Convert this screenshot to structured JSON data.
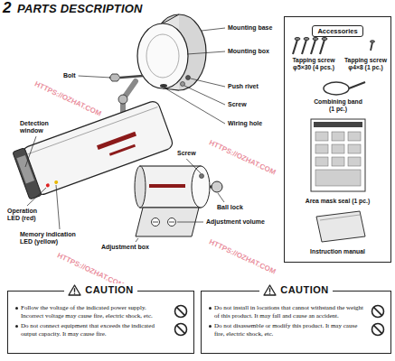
{
  "diagram": {
    "title": "PARTS DESCRIPTION",
    "nodes": [
      {
        "text": [
          "Accessories",
          "Tapping screw φ5×30 (4 pcs.)",
          "Tapping screw φ4×8 (1 pc.)",
          "Combining band (1 pc.)",
          "Area mask seal (1 pc.)",
          "Instruction manual"
        ]
      },
      {
        "text": [
          "CAUTION",
          "Follow the voltage of the indicated power supply. Incorrect voltage may cause fire, electric shock, etc.",
          "Do not connect equipment that exceeds the indicated output capacity. It may cause fire."
        ]
      },
      {
        "text": [
          "CAUTION",
          "Do not install in locations that cannot withstand the weight of this product. It may fall and cause an accident.",
          "Do not disassemble or modify this product. It may cause fire, electric shock, etc."
        ]
      }
    ],
    "labels": [
      "2",
      "Mounting base",
      "Mounting box",
      "Bolt",
      "Push rivet",
      "Screw",
      "Wiring hole",
      "Detection window",
      "Operation LED (red)",
      "Memory indication LED (yellow)",
      "Screw",
      "Ball lock",
      "Adjustment volume",
      "Adjustment box",
      "HTTPS://OZHAT.COM",
      "HTTPS://OZHAT.COM",
      "HTTPS://OZHAT.COM",
      "HTTPS://OZHAT.COM"
    ]
  }
}
